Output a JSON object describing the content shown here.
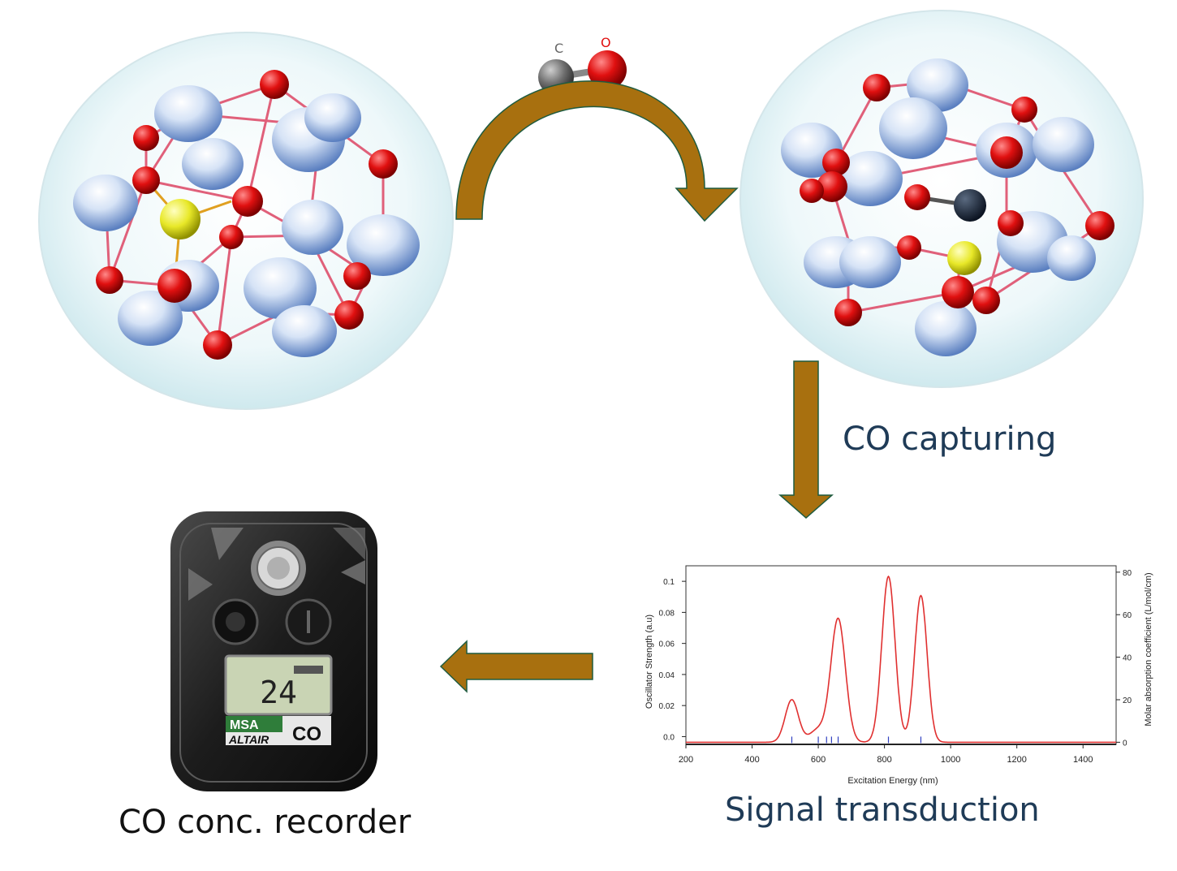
{
  "labels": {
    "capture": "CO capturing",
    "signal": "Signal transduction",
    "recorder": "CO conc. recorder"
  },
  "molecule": {
    "atom_c": "C",
    "atom_o": "O"
  },
  "device": {
    "reading": "24",
    "brand": "MSA",
    "model": "ALTAIR",
    "gas": "CO"
  },
  "colors": {
    "arrow": "#a8700f",
    "arrow_outline": "#1f5b3f",
    "text": "#1f3b57",
    "spectrum": "#e03030",
    "oxygen": "#e01010",
    "metal": "#c8d8f0",
    "dopant": "#e8e828"
  },
  "chart_data": {
    "type": "line",
    "xlabel": "Excitation Energy (nm)",
    "ylabel": "Oscillator Strength (a.u)",
    "y2label": "Molar absorption coefficient (L/mol/cm)",
    "xlim": [
      200,
      1500
    ],
    "ylim": [
      -0.005,
      0.11
    ],
    "y2lim": [
      -1,
      83
    ],
    "x_ticks": [
      200,
      400,
      600,
      800,
      1000,
      1200,
      1400
    ],
    "y_ticks": [
      "0.0",
      "0.02",
      "0.04",
      "0.06",
      "0.08",
      "0.1"
    ],
    "y2_ticks": [
      "0",
      "20",
      "40",
      "60",
      "80"
    ],
    "peaks": [
      {
        "x": 520,
        "y": 20,
        "sigma": 20
      },
      {
        "x": 600,
        "y": 6,
        "sigma": 25
      },
      {
        "x": 660,
        "y": 58,
        "sigma": 22
      },
      {
        "x": 812,
        "y": 78,
        "sigma": 20
      },
      {
        "x": 910,
        "y": 69,
        "sigma": 19
      }
    ],
    "sticks": [
      {
        "x": 520,
        "y": 0.002
      },
      {
        "x": 600,
        "y": 0.002
      },
      {
        "x": 625,
        "y": 0.002
      },
      {
        "x": 640,
        "y": 0.002
      },
      {
        "x": 660,
        "y": 0.002
      },
      {
        "x": 812,
        "y": 0.002
      },
      {
        "x": 910,
        "y": 0.002
      }
    ]
  }
}
